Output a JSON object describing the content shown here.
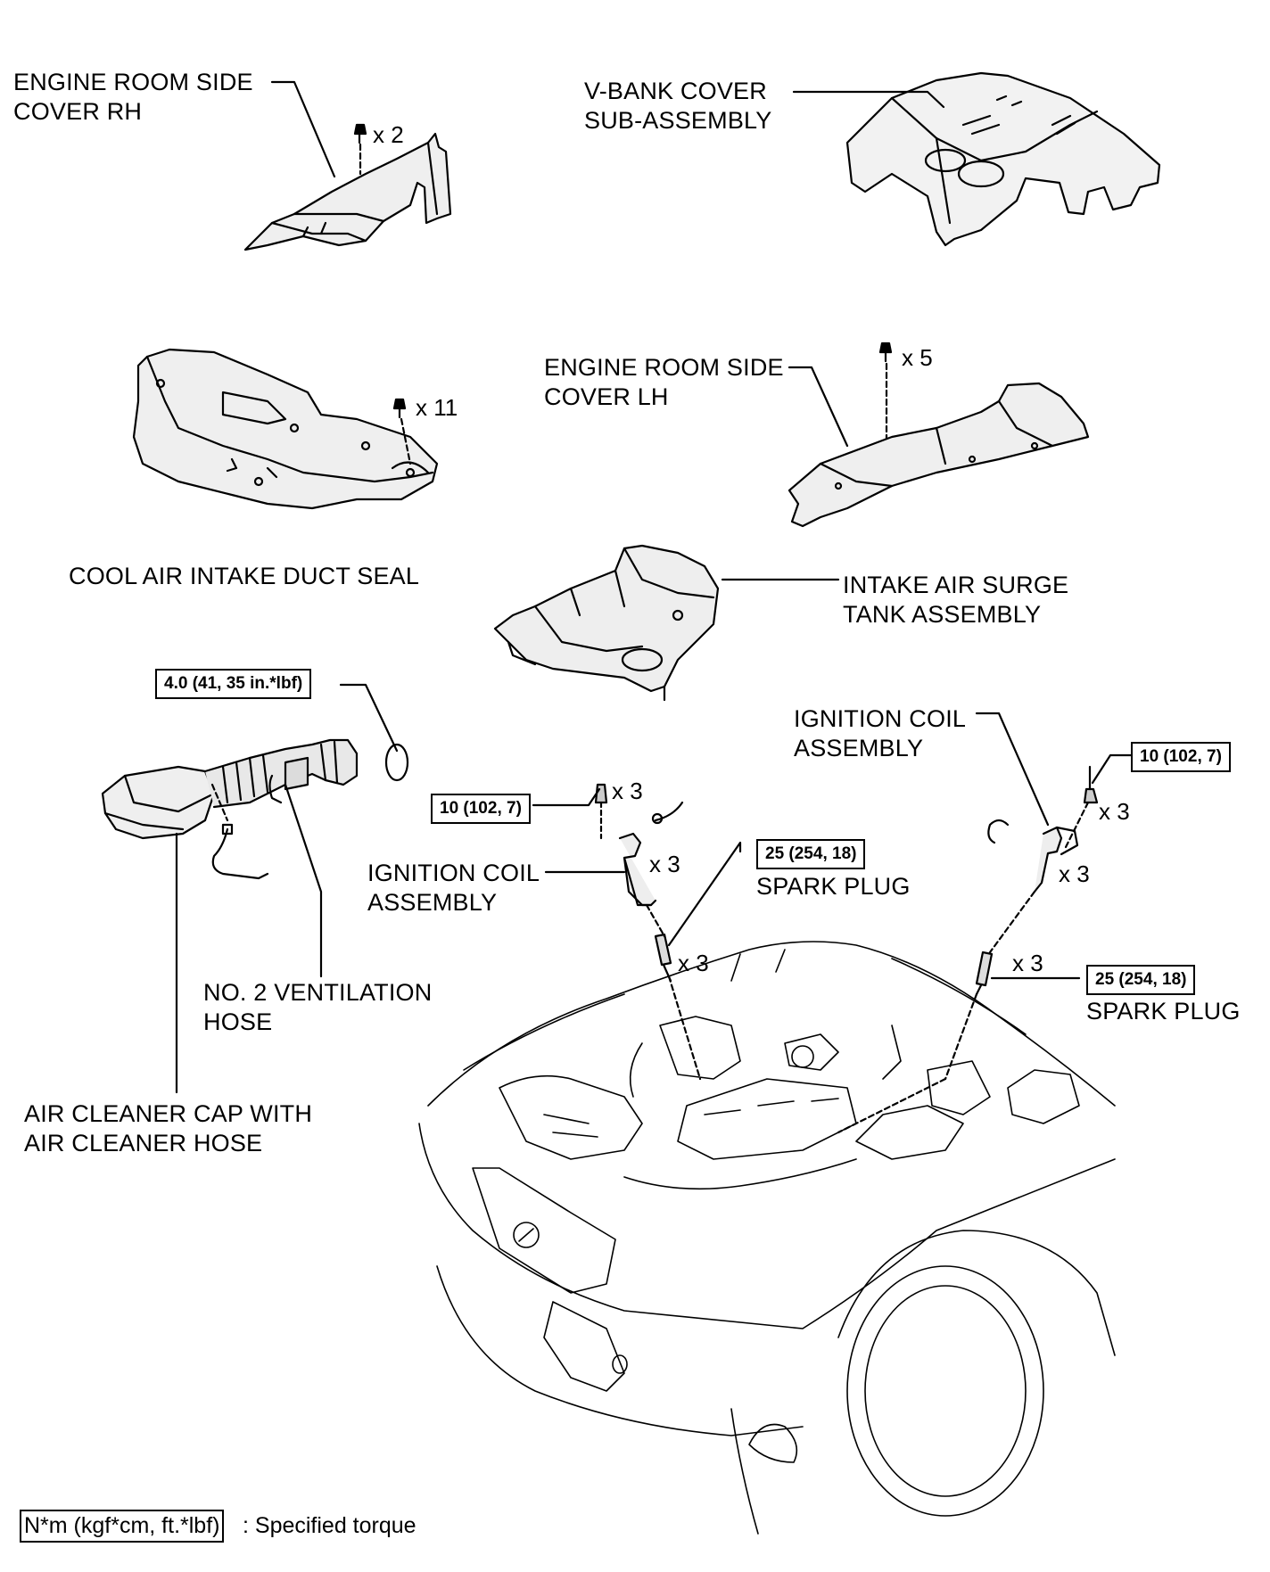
{
  "labels": {
    "engine_room_side_cover_rh": [
      "ENGINE ROOM SIDE",
      "COVER RH"
    ],
    "v_bank_cover": [
      "V-BANK COVER",
      "SUB-ASSEMBLY"
    ],
    "engine_room_side_cover_lh": [
      "ENGINE ROOM SIDE",
      "COVER LH"
    ],
    "cool_air_intake_duct_seal": "COOL AIR INTAKE DUCT SEAL",
    "intake_air_surge_tank": [
      "INTAKE AIR SURGE",
      "TANK ASSEMBLY"
    ],
    "ignition_coil_right": [
      "IGNITION COIL",
      "ASSEMBLY"
    ],
    "ignition_coil_left": [
      "IGNITION COIL",
      "ASSEMBLY"
    ],
    "spark_plug_left": "SPARK PLUG",
    "spark_plug_right": "SPARK PLUG",
    "no2_ventilation_hose": [
      "NO. 2 VENTILATION",
      "HOSE"
    ],
    "air_cleaner_cap": [
      "AIR CLEANER CAP WITH",
      "AIR CLEANER HOSE"
    ]
  },
  "quantities": {
    "rh_cover_clips": "x 2",
    "duct_seal_clips": "x 11",
    "lh_cover_clips": "x 5",
    "left_bolts": "x 3",
    "left_coils": "x 3",
    "left_plugs": "x 3",
    "right_bolts": "x 3",
    "right_coils": "x 3",
    "right_plugs": "x 3"
  },
  "torques": {
    "air_cleaner_clamp": "4.0 (41, 35 in.*lbf)",
    "left_coil_bolt": "10 (102, 7)",
    "left_spark_plug": "25 (254, 18)",
    "right_coil_bolt": "10 (102, 7)",
    "right_spark_plug": "25 (254, 18)"
  },
  "legend": {
    "unit_box": "N*m (kgf*cm, ft.*lbf)",
    "description": ": Specified torque"
  }
}
